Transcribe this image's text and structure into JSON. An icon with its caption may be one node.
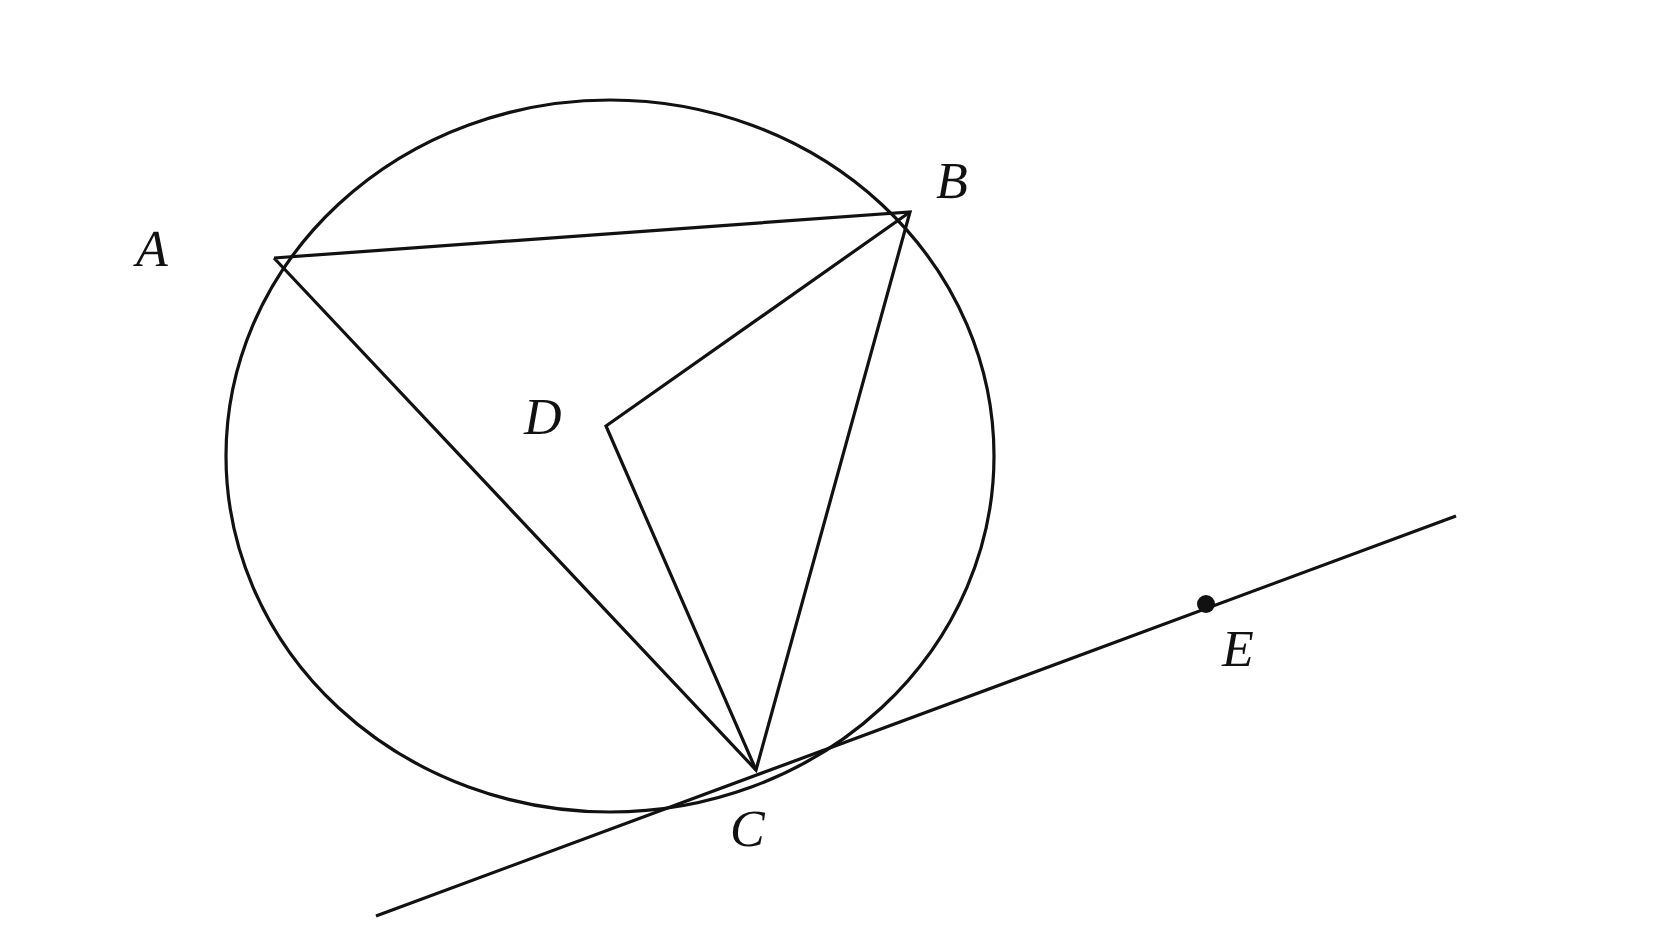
{
  "diagram": {
    "labels": [
      "A",
      "B",
      "D",
      "C",
      "E"
    ]
  }
}
